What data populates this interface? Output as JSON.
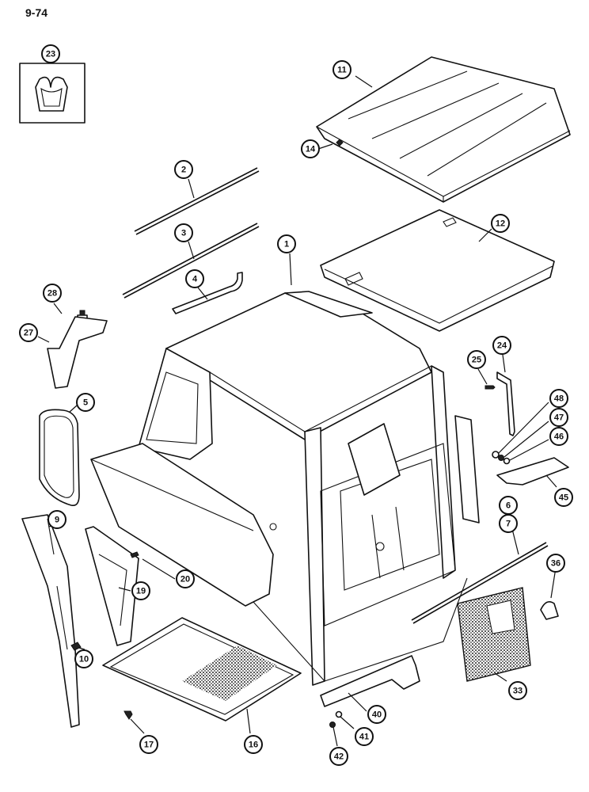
{
  "page": {
    "page_number": "9-74"
  },
  "colors": {
    "ink": "#111111",
    "paper": "#ffffff",
    "texture": "#333333"
  },
  "callouts": [
    {
      "id": "23",
      "label": "23"
    },
    {
      "id": "11",
      "label": "11"
    },
    {
      "id": "14",
      "label": "14"
    },
    {
      "id": "2",
      "label": "2"
    },
    {
      "id": "12",
      "label": "12"
    },
    {
      "id": "3",
      "label": "3"
    },
    {
      "id": "1",
      "label": "1"
    },
    {
      "id": "4",
      "label": "4"
    },
    {
      "id": "28",
      "label": "28"
    },
    {
      "id": "27",
      "label": "27"
    },
    {
      "id": "24",
      "label": "24"
    },
    {
      "id": "25",
      "label": "25"
    },
    {
      "id": "5",
      "label": "5"
    },
    {
      "id": "48",
      "label": "48"
    },
    {
      "id": "47",
      "label": "47"
    },
    {
      "id": "46",
      "label": "46"
    },
    {
      "id": "45",
      "label": "45"
    },
    {
      "id": "9",
      "label": "9"
    },
    {
      "id": "6",
      "label": "6"
    },
    {
      "id": "7",
      "label": "7"
    },
    {
      "id": "20",
      "label": "20"
    },
    {
      "id": "19",
      "label": "19"
    },
    {
      "id": "36",
      "label": "36"
    },
    {
      "id": "10",
      "label": "10"
    },
    {
      "id": "40",
      "label": "40"
    },
    {
      "id": "33",
      "label": "33"
    },
    {
      "id": "41",
      "label": "41"
    },
    {
      "id": "17",
      "label": "17"
    },
    {
      "id": "16",
      "label": "16"
    },
    {
      "id": "42",
      "label": "42"
    }
  ]
}
